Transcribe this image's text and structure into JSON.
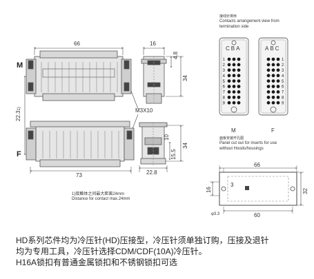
{
  "labels": {
    "contacts_cn": "接线针排序",
    "contacts_en_1": "Contacts arrangement view from",
    "contacts_en_2": "termination side",
    "panel_cn": "面板安装开孔图",
    "panel_en_1": "Panel cut out for inserts for use",
    "panel_en_2": "without Hoods/housings",
    "footnote_cn": "1)接触体之间最大距离24mm",
    "footnote_en": "Distance for contact max.24mm",
    "screw": "M3X10",
    "male_letter": "M",
    "female_letter": "F",
    "insert_m": "M",
    "insert_f": "F",
    "cols_m": "CBA",
    "cols_f": "ABC"
  },
  "dims": {
    "top_width": "66",
    "top_side_width": "16",
    "h_4_8": "4.8",
    "h_34_top": "34",
    "overall": "22.3",
    "overall_mark": "1)",
    "h_34_bottom": "34",
    "h_15_5": "15.5",
    "h_10": "10",
    "bottom_width": "73",
    "bottom_side_width": "22.8",
    "cut_66": "66",
    "cut_60": "60",
    "cut_32": "32",
    "cut_16": "16",
    "cut_3": "3",
    "cut_hole": "φ3.3"
  },
  "pins": {
    "rows_left": [
      "1",
      "2",
      "3",
      "4",
      "5",
      "6",
      "7",
      "8",
      "9"
    ],
    "rows_right": [
      "1",
      "2",
      "3",
      "4",
      "5",
      "6",
      "7",
      "8",
      "9"
    ],
    "ground": "⏚"
  },
  "description": {
    "line1": "HD系列芯件均为冷压针(HD)压接型，冷压针须单独订购，压接及退针",
    "line2": "均为专用工具，冷压针选择CDM/CDF(10A)冷压针。",
    "line3": "H16A锁扣有普通金属锁扣和不锈钢锁扣可选"
  },
  "colors": {
    "line": "#555555",
    "body": "#e4e4e4",
    "dark": "#3a3a3a",
    "pin": "#1a1a1a"
  }
}
